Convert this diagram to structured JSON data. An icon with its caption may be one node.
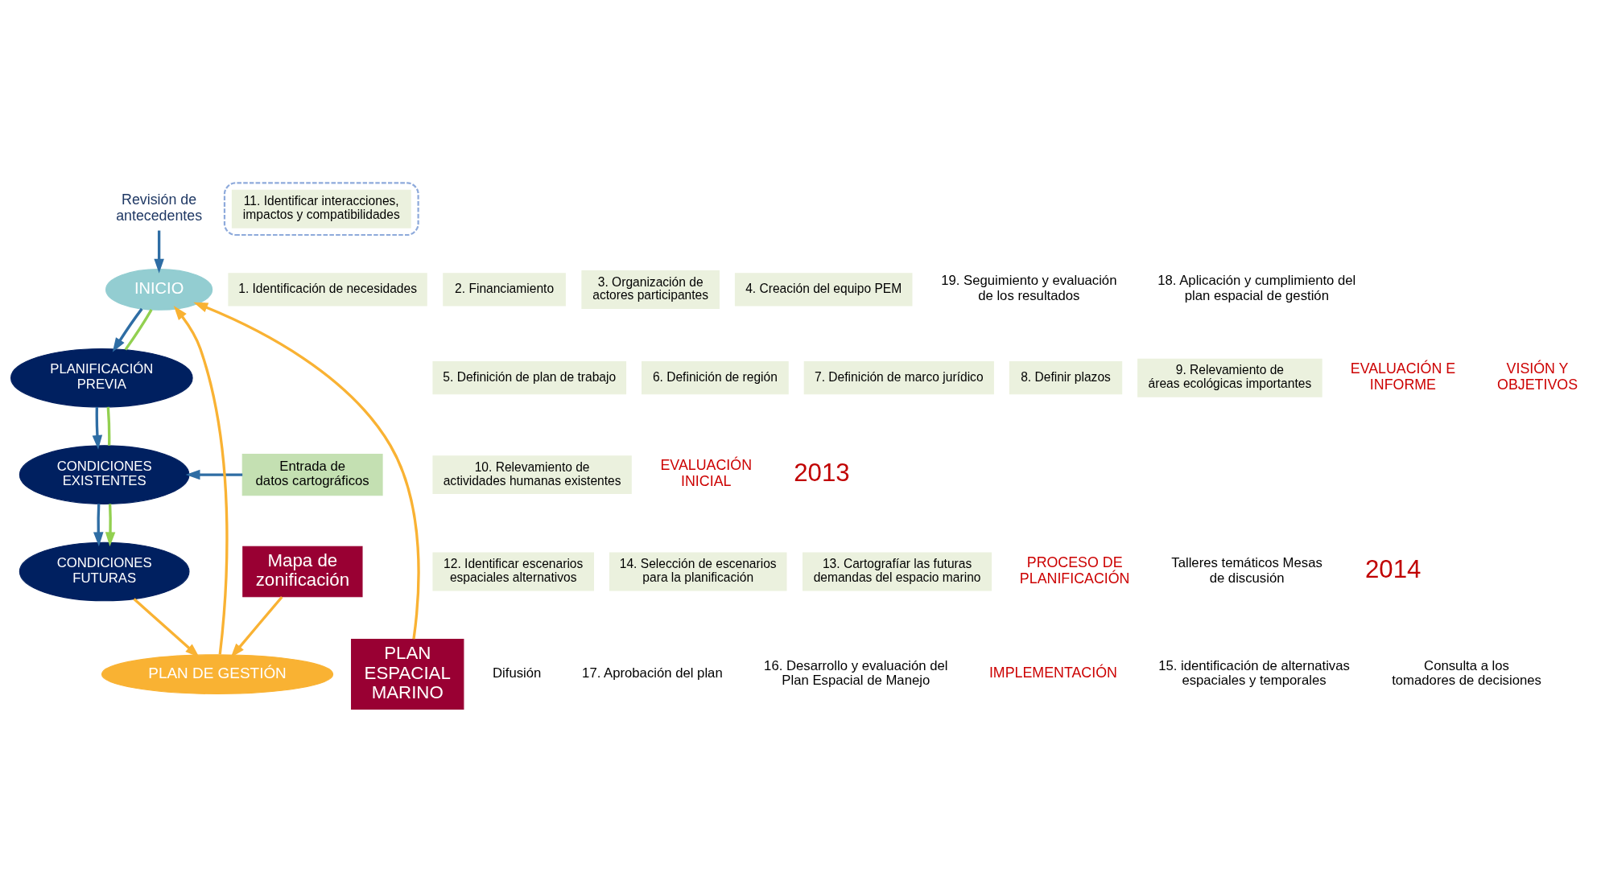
{
  "diagram": {
    "nodes": [
      {
        "text": [
          "Revisión de antecedentes"
        ]
      },
      {
        "text": [
          "INICIO"
        ]
      },
      {
        "text": [
          "1. Identificación de necesidades"
        ]
      },
      {
        "text": [
          "2. Financiamiento"
        ]
      },
      {
        "text": [
          "3. Organización de actores participantes"
        ]
      },
      {
        "text": [
          "4. Creación del equipo PEM"
        ]
      },
      {
        "text": [
          "PLANIFICACIÓN PREVIA"
        ]
      },
      {
        "text": [
          "5. Definición de plan de trabajo"
        ]
      },
      {
        "text": [
          "6. Definición de región"
        ]
      },
      {
        "text": [
          "7. Definición de marco jurídico"
        ]
      },
      {
        "text": [
          "8. Definir plazos"
        ]
      },
      {
        "text": [
          "9. Relevamiento de áreas ecológicas importantes"
        ]
      },
      {
        "text": [
          "Entrada de datos cartográficos"
        ]
      },
      {
        "text": [
          "CONDICIONES EXISTENTES"
        ]
      },
      {
        "text": [
          "10. Relevamiento de actividades humanas existentes"
        ]
      },
      {
        "text": [],
        "shape": "box"
      },
      {
        "text": [
          "11. Identificar interacciones, impactos y compatibilidades"
        ],
        "in": 15
      },
      {
        "text": [
          "12. Identificar escenarios espaciales alternativos"
        ]
      },
      {
        "text": [
          "CONDICIONES FUTURAS"
        ]
      },
      {
        "text": [
          "14. Selección de escenarios para la planificación"
        ]
      },
      {
        "text": [
          "13. Cartografíar las futuras demandas del espacio marino"
        ]
      },
      {
        "text": [
          "Mapa de zonificación"
        ]
      },
      {
        "text": [
          "PLAN DE GESTIÓN"
        ]
      },
      {
        "text": [
          "PLAN ESPACIAL MARINO"
        ]
      }
    ],
    "edges": [
      {
        "from": 0,
        "to": 1,
        "arrow": "to"
      },
      {
        "from": 1,
        "to": 6,
        "arrow": "to"
      },
      {
        "from": 1,
        "to": 6,
        "arrow": "none",
        "color": "#92d050"
      },
      {
        "from": 6,
        "to": 13,
        "arrow": "to"
      },
      {
        "from": 6,
        "to": 13,
        "arrow": "none",
        "color": "#92d050"
      },
      {
        "from": 12,
        "to": 13,
        "arrow": "to"
      },
      {
        "from": 13,
        "to": 18,
        "arrow": "to"
      },
      {
        "from": 13,
        "to": 18,
        "arrow": "to",
        "color": "#92d050"
      },
      {
        "from": 18,
        "to": 22,
        "arrow": "to",
        "color": "#f9b233"
      },
      {
        "from": 21,
        "to": 22,
        "arrow": "to",
        "color": "#f9b233"
      },
      {
        "from": 22,
        "to": 1,
        "arrow": "to",
        "color": "#f9b233"
      },
      {
        "from": 23,
        "to": 1,
        "arrow": "to",
        "color": "#f9b233"
      }
    ],
    "labels": [
      "19. Seguimiento y evaluación de los resultados",
      "18. Aplicación y cumplimiento del plan espacial de gestión",
      "EVALUACIÓN E INFORME",
      "VISIÓN Y OBJETIVOS",
      "Difusión",
      "17. Aprobación del plan",
      "16. Desarrollo y evaluación del Plan Espacial de Manejo",
      "EVALUACIÓN INICIAL",
      "IMPLEMENTACIÓN",
      "15. identificación de alternativas espaciales y temporales",
      "Consulta a los tomadores de decisiones",
      "PROCESO DE PLANIFICACIÓN",
      "Talleres temáticos Mesas de discusión",
      "2013",
      "2014"
    ]
  }
}
